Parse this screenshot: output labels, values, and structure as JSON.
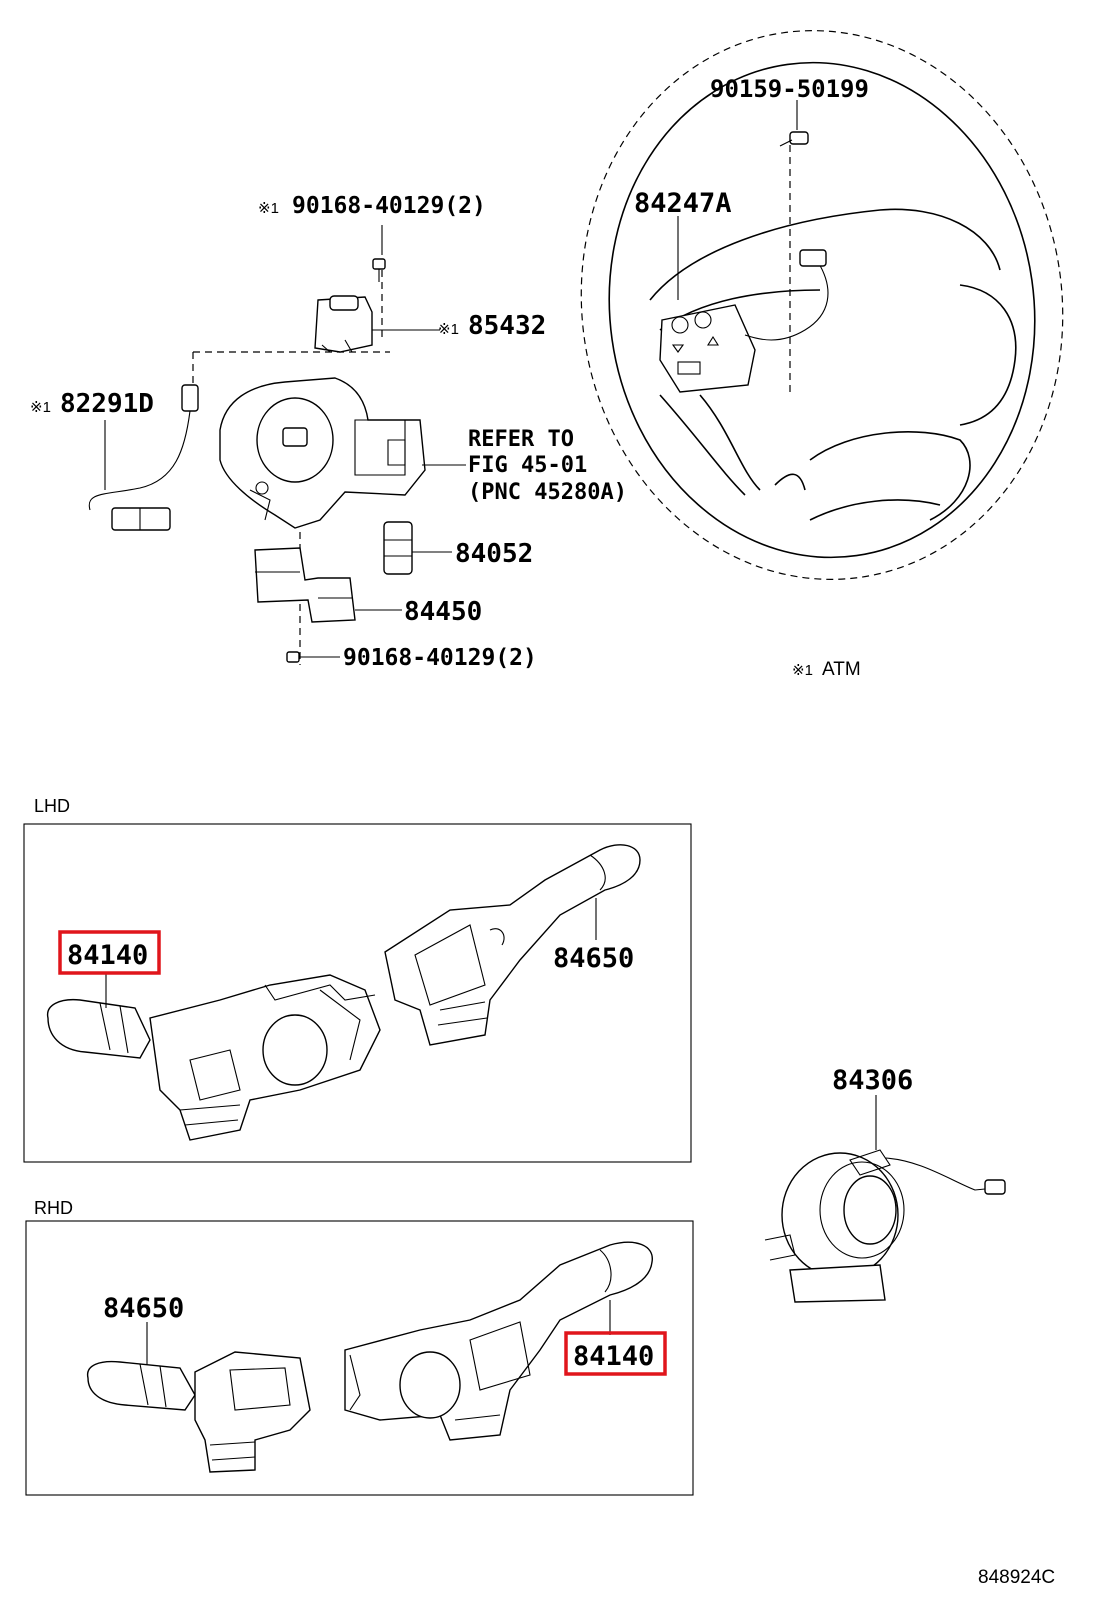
{
  "labels": {
    "bolt_upper": "90168-40129(2)",
    "switch_85432": "85432",
    "sensor_82291d": "82291D",
    "refer_line1": "REFER TO",
    "refer_line2": "FIG 45-01",
    "refer_line3": "(PNC 45280A)",
    "part_84052": "84052",
    "part_84450": "84450",
    "bolt_lower": "90168-40129(2)",
    "screw_90159": "90159-50199",
    "switch_84247a": "84247A",
    "note_atm": "ATM",
    "note_mark": "※1",
    "lhd": "LHD",
    "rhd": "RHD",
    "lhd_84140": "84140",
    "lhd_84650": "84650",
    "rhd_84650": "84650",
    "rhd_84140": "84140",
    "spiral_84306": "84306",
    "figure_id": "848924C"
  },
  "colors": {
    "highlight": "#e0151b",
    "ink": "#000000",
    "background": "#ffffff"
  }
}
